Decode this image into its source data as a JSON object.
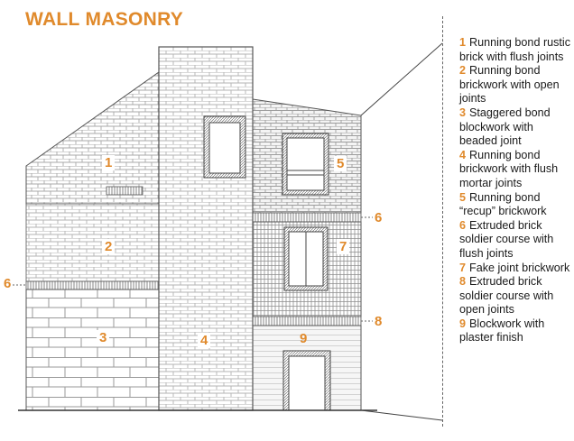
{
  "title": "WALL MASONRY",
  "legend": [
    {
      "num": "1",
      "text": "Running bond rustic brick with flush joints"
    },
    {
      "num": "2",
      "text": "Running bond brickwork with open joints"
    },
    {
      "num": "3",
      "text": "Staggered bond blockwork with beaded joint"
    },
    {
      "num": "4",
      "text": "Running bond brickwork with flush mortar joints"
    },
    {
      "num": "5",
      "text": "Running bond “recup” brickwork"
    },
    {
      "num": "6",
      "text": "Extruded brick soldier course with flush joints"
    },
    {
      "num": "7",
      "text": "Fake joint brickwork"
    },
    {
      "num": "8",
      "text": "Extruded brick soldier course with open joints"
    },
    {
      "num": "9",
      "text": "Blockwork with plaster finish"
    }
  ],
  "tags": {
    "t1": "1",
    "t2": "2",
    "t3": "3",
    "t4": "4",
    "t5": "5",
    "t6a": "6",
    "t6b": "6",
    "t7": "7",
    "t8": "8",
    "t9": "9"
  },
  "colors": {
    "accent": "#e08a2c",
    "line": "#555555",
    "brick": "#bdbdbd"
  }
}
